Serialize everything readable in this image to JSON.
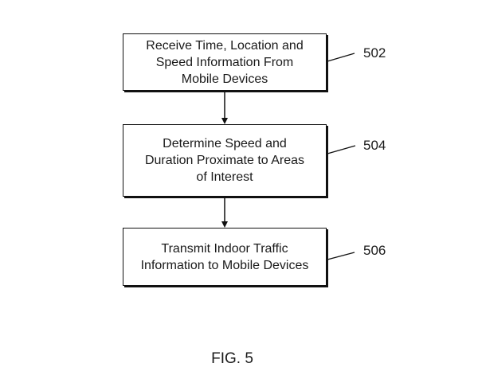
{
  "figure": {
    "caption": "FIG. 5",
    "steps": [
      {
        "ref": "502",
        "text": "Receive Time, Location and\nSpeed Information From\nMobile Devices"
      },
      {
        "ref": "504",
        "text": "Determine Speed and\nDuration Proximate to Areas\nof Interest"
      },
      {
        "ref": "506",
        "text": "Transmit Indoor Traffic\nInformation to Mobile Devices"
      }
    ],
    "flow": [
      {
        "from": "502",
        "to": "504"
      },
      {
        "from": "504",
        "to": "506"
      }
    ]
  }
}
